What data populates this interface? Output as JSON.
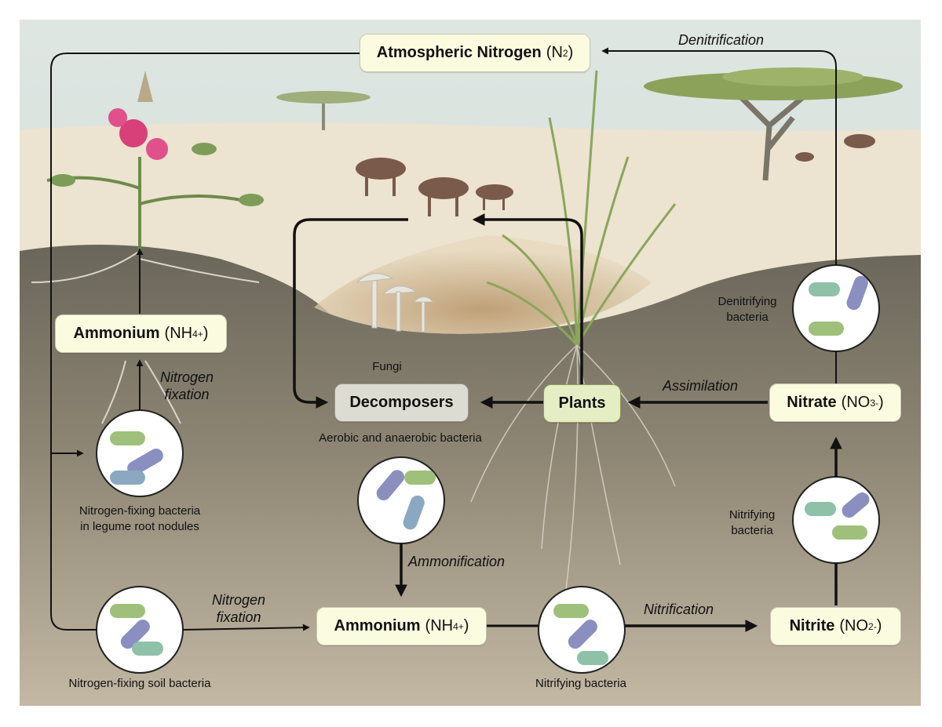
{
  "colors": {
    "sky": "#c9d9d8",
    "sand": "#ebe2cf",
    "soil_dark": "#6e6a5c",
    "soil_light": "#b7ab96",
    "box_fill": "#fbfbe0",
    "decomposers_fill": "#dcdcd2",
    "plants_fill": "#e4edc4",
    "arrow": "#111111"
  },
  "boxes": {
    "atmospheric": {
      "bold": "Atmospheric Nitrogen",
      "formula_open": "(N",
      "sub": "2",
      "formula_close": ")"
    },
    "ammonium_plant": {
      "bold": "Ammonium",
      "formula_open": "(NH",
      "sub": "4",
      "sup": "+",
      "formula_close": ")"
    },
    "decomposers": {
      "bold": "Decomposers"
    },
    "plants": {
      "bold": "Plants"
    },
    "nitrate": {
      "bold": "Nitrate",
      "formula_open": "(NO",
      "sub": "3",
      "sup": "-",
      "formula_close": ")"
    },
    "ammonium_soil": {
      "bold": "Ammonium",
      "formula_open": "(NH",
      "sub": "4",
      "sup": "+",
      "formula_close": ")"
    },
    "nitrite": {
      "bold": "Nitrite",
      "formula_open": "(NO",
      "sub": "2",
      "sup": "-",
      "formula_close": ")"
    }
  },
  "processes": {
    "denitrification": "Denitrification",
    "nitrogen_fixation_legume_line1": "Nitrogen",
    "nitrogen_fixation_legume_line2": "fixation",
    "assimilation": "Assimilation",
    "ammonification": "Ammonification",
    "nitrogen_fixation_soil_line1": "Nitrogen",
    "nitrogen_fixation_soil_line2": "fixation",
    "nitrification": "Nitrification"
  },
  "labels": {
    "fungi": "Fungi",
    "aerobic_anaerobic": "Aerobic and anaerobic bacteria",
    "legume_bacteria_line1": "Nitrogen-fixing bacteria",
    "legume_bacteria_line2": "in legume root nodules",
    "denitrifying_line1": "Denitrifying",
    "denitrifying_line2": "bacteria",
    "nitrifying_right_line1": "Nitrifying",
    "nitrifying_right_line2": "bacteria",
    "soil_bacteria": "Nitrogen-fixing soil bacteria",
    "nitrifying_bottom": "Nitrifying bacteria"
  }
}
